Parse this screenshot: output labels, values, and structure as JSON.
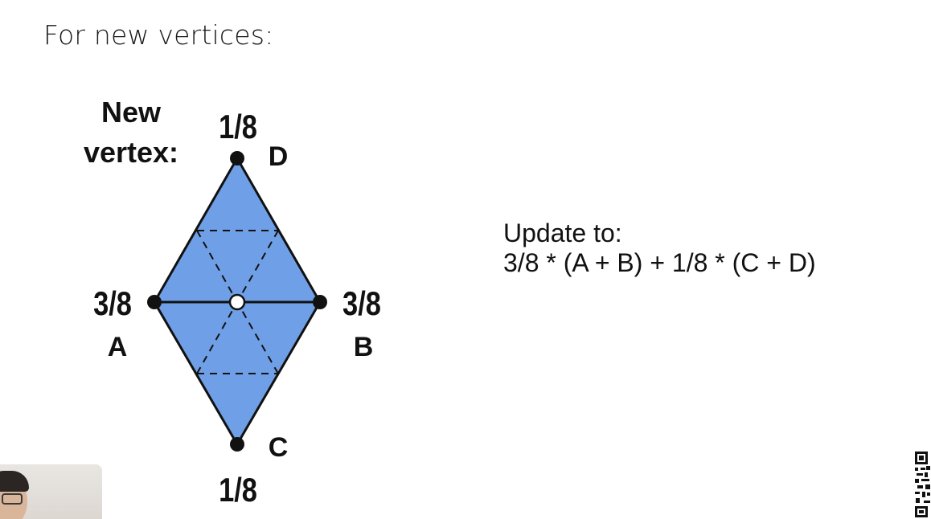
{
  "slide": {
    "title": "For new vertices:"
  },
  "diagram": {
    "heading_line1": "New",
    "heading_line2": "vertex:",
    "vertices": {
      "D": {
        "name": "D",
        "weight": "1/8"
      },
      "A": {
        "name": "A",
        "weight": "3/8"
      },
      "B": {
        "name": "B",
        "weight": "3/8"
      },
      "C": {
        "name": "C",
        "weight": "1/8"
      }
    },
    "colors": {
      "fill": "#6f9fe6",
      "stroke": "#111111",
      "new_vertex_fill": "#ffffff"
    }
  },
  "update": {
    "line1": "Update to:",
    "line2": "3/8 * (A + B) + 1/8 * (C + D)"
  }
}
